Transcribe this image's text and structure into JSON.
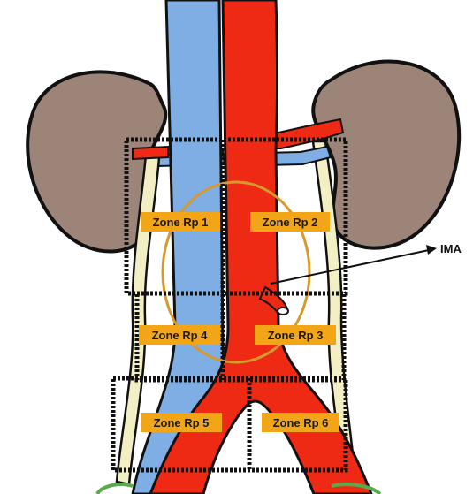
{
  "zones": [
    {
      "id": "rp1",
      "label": "Zone Rp 1"
    },
    {
      "id": "rp2",
      "label": "Zone Rp 2"
    },
    {
      "id": "rp4",
      "label": "Zone Rp 4"
    },
    {
      "id": "rp3",
      "label": "Zone Rp 3"
    },
    {
      "id": "rp5",
      "label": "Zone Rp 5"
    },
    {
      "id": "rp6",
      "label": "Zone Rp 6"
    }
  ],
  "callout": {
    "label": "IMA"
  },
  "colors": {
    "vena_cava": "#7faee4",
    "aorta": "#ee2a14",
    "kidney": "#9c8478",
    "ureter": "#f3efc4",
    "ring": "#c98d2a",
    "label_bg": "#f2a516",
    "ellipse": "#d69a2c",
    "bladder": "#5aaa4a"
  }
}
